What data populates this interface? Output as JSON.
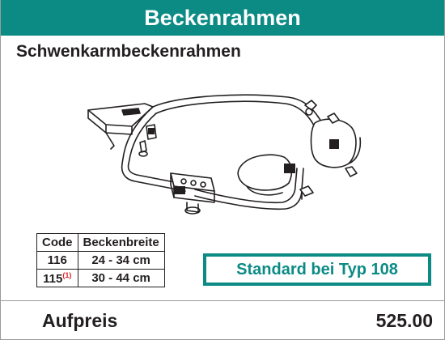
{
  "header": {
    "title": "Beckenrahmen"
  },
  "product": {
    "subtitle": "Schwenkarmbeckenrahmen"
  },
  "spec_table": {
    "headers": [
      "Code",
      "Beckenbreite"
    ],
    "rows": [
      {
        "code": "116",
        "footnote": "",
        "width": "24 - 34 cm"
      },
      {
        "code": "115",
        "footnote": "(1)",
        "width": "30 - 44 cm"
      }
    ]
  },
  "standard": {
    "label": "Standard bei Typ 108"
  },
  "price": {
    "label": "Aufpreis",
    "value": "525.00"
  },
  "colors": {
    "brand": "#0c8b85",
    "footnote": "#e21f26",
    "text": "#231f20"
  },
  "icons": {
    "illustration": "pelvic-frame-illustration-icon"
  }
}
